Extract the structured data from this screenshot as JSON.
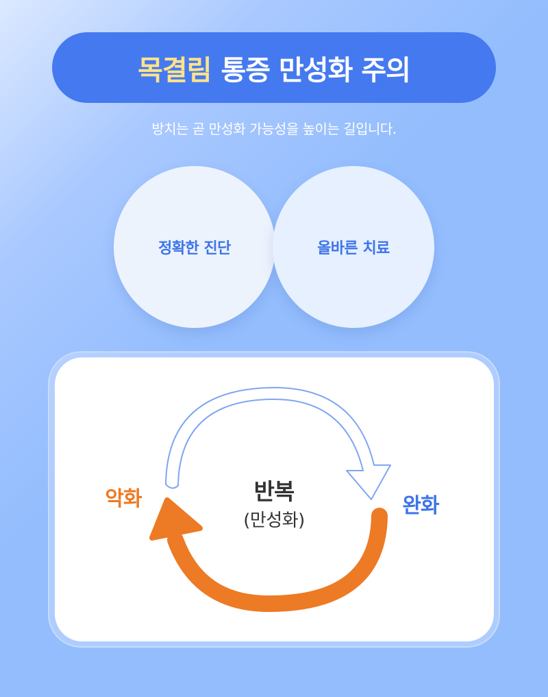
{
  "header": {
    "title_highlight": "목결림",
    "title_rest": "통증 만성화 주의",
    "subtitle": "방치는 곧 만성화 가능성을 높이는 길입니다."
  },
  "circles": {
    "left": "정확한 진단",
    "right": "올바른 치료"
  },
  "cycle": {
    "left_label": "악화",
    "right_label": "완화",
    "center_title": "반복",
    "center_subtitle": "(만성화)"
  },
  "colors": {
    "banner": "#4579ef",
    "highlight": "#ffe38a",
    "blue_text": "#3d74e8",
    "orange": "#ed7a24"
  },
  "icons": {
    "top_arrow": "outline-curved-arrow-icon",
    "bottom_arrow": "solid-curved-arrow-icon"
  }
}
